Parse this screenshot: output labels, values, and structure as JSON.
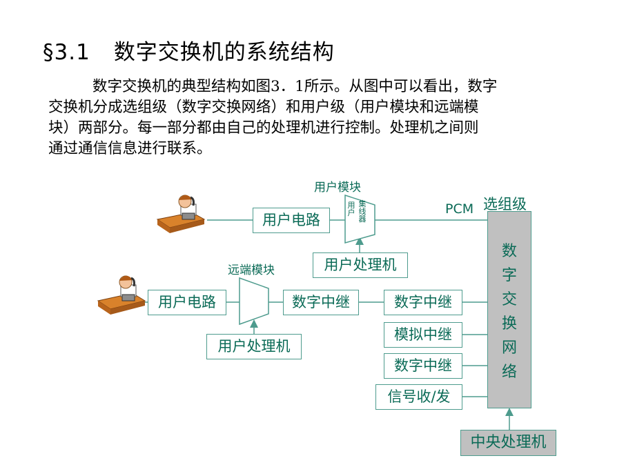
{
  "slide": {
    "section_num": "§3.1",
    "title": "数字交换机的系统结构",
    "paragraph_lines": [
      "数字交换机的典型结构如图3．1所示。从图中可以看出，数字",
      "交换机分成选组级（数字交换网络）和用户级（用户模块和远端模",
      "块）两部分。每一部分都由自己的处理机进行控制。处理机之间则",
      "通过通信信息进行联系。"
    ]
  },
  "diagram": {
    "user_module_label": "用户模块",
    "remote_module_label": "远端模块",
    "selector_stage_label": "选组级",
    "pcm_label": "PCM",
    "concentrator_chars": [
      "用",
      "户",
      "集",
      "线",
      "器"
    ],
    "user_circuit_top": "用户电路",
    "user_processor_top": "用户处理机",
    "user_circuit_remote": "用户电路",
    "digital_trunk_remote": "数字中继",
    "user_processor_remote": "用户处理机",
    "trunk_1": "数字中继",
    "trunk_2": "模拟中继",
    "trunk_3": "数字中继",
    "signal_unit": "信号收/发",
    "switch_network_chars": [
      "数",
      "字",
      "交",
      "换",
      "网",
      "络"
    ],
    "central_processor": "中央处理机",
    "colors": {
      "box_border": "#4d9b8d",
      "text": "#0a6a56",
      "network_fill": "#c0c0c0",
      "desk": "#d9822b",
      "phone": "#8c8c8c",
      "skin": "#f3c29a",
      "shirt": "#ffffff"
    }
  }
}
